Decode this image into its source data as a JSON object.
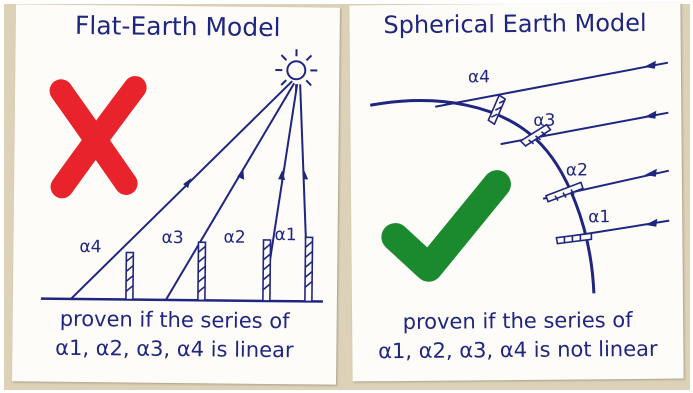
{
  "colors": {
    "ink": "#1f2680",
    "backdrop": "#ddd2b8",
    "card": "#fdfcf8",
    "wrong_mark": "#e8232c",
    "right_mark": "#1b8a2e"
  },
  "icons": {
    "wrong": "red-cross-icon",
    "right": "green-check-icon",
    "sun": "sun-icon"
  },
  "flat_model": {
    "title": "Flat-Earth Model",
    "angle_labels": [
      "α4",
      "α3",
      "α2",
      "α1"
    ],
    "caption_line1": "proven if the series of",
    "caption_line2": "α1, α2, α3, α4 is linear"
  },
  "spherical_model": {
    "title": "Spherical Earth Model",
    "angle_labels": [
      "α4",
      "α3",
      "α2",
      "α1"
    ],
    "caption_line1": "proven if the series of",
    "caption_line2": "α1, α2, α3, α4 is not linear"
  }
}
